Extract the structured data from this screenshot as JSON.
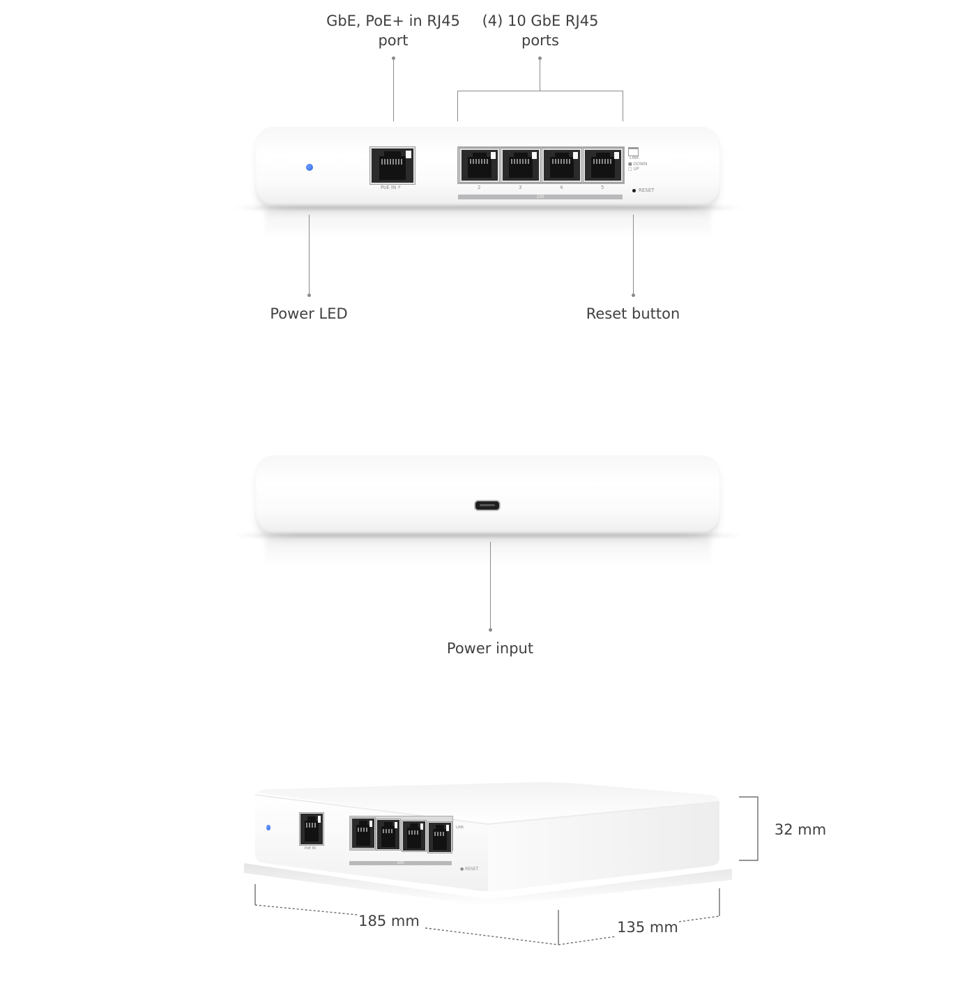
{
  "callouts": {
    "poe_port": "GbE, PoE+ in RJ45\nport",
    "poe_port_line1": "GbE, PoE+ in RJ45",
    "poe_port_line2": "port",
    "ports_line1": "(4) 10 GbE RJ45",
    "ports_line2": "ports",
    "power_led": "Power LED",
    "reset_button": "Reset button",
    "power_input": "Power input"
  },
  "device_front": {
    "poe_in_label": "PoE IN",
    "port_numbers": [
      "2",
      "3",
      "4",
      "5"
    ],
    "legend_link": "LINK",
    "legend_down": "DOWN",
    "legend_up": "UP",
    "reset_label": "RESET",
    "speed_label": "100"
  },
  "dimensions": {
    "height": "32 mm",
    "width": "185 mm",
    "depth": "135 mm"
  },
  "colors": {
    "background": "#ffffff",
    "led_blue": "#2a62e6",
    "leader_line": "#8a8a8a",
    "device_white": "#fafafa"
  }
}
